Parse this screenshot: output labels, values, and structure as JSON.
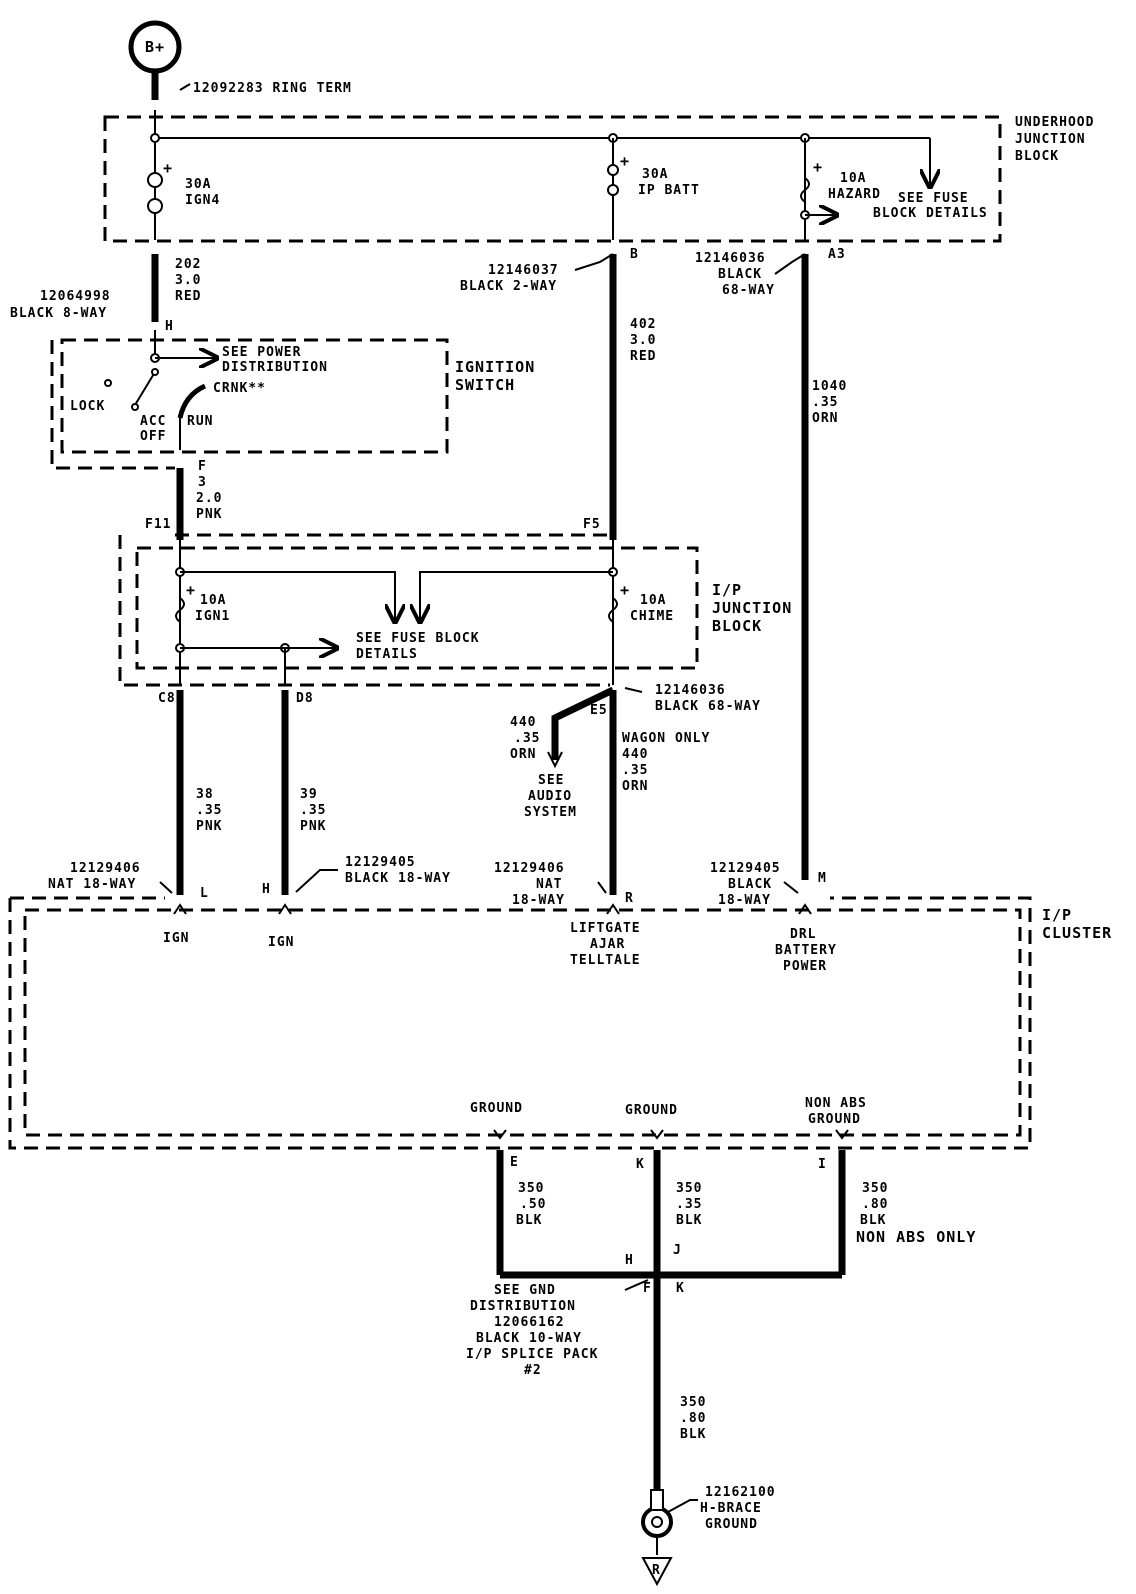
{
  "power": {
    "source_label": "B+",
    "ring_term": "12092283 RING TERM"
  },
  "underhood": {
    "title": [
      "UNDERHOOD",
      "JUNCTION",
      "BLOCK"
    ],
    "fuse_ign4": [
      "30A",
      "IGN4"
    ],
    "fuse_ipbatt": [
      "30A",
      "IP BATT"
    ],
    "fuse_hazard": [
      "10A",
      "HAZARD"
    ],
    "see_fuse": [
      "SEE FUSE",
      "BLOCK DETAILS"
    ],
    "pin_b": "B",
    "pin_a3": "A3"
  },
  "wires_upper": {
    "w202": [
      "202",
      "3.0",
      "RED"
    ],
    "conn_12064998": [
      "12064998",
      "BLACK 8-WAY"
    ],
    "pin_h": "H",
    "conn_12146037": [
      "12146037",
      "BLACK 2-WAY"
    ],
    "conn_12146036": [
      "12146036",
      "BLACK",
      "68-WAY"
    ],
    "w402": [
      "402",
      "3.0",
      "RED"
    ],
    "w1040": [
      "1040",
      ".35",
      "ORN"
    ]
  },
  "ignition": {
    "title": [
      "IGNITION",
      "SWITCH"
    ],
    "see_power": [
      "SEE POWER",
      "DISTRIBUTION"
    ],
    "crnk": "CRNK**",
    "lock": "LOCK",
    "acc": [
      "ACC",
      "OFF"
    ],
    "run": "RUN",
    "pin_f": "F",
    "w3": [
      "3",
      "2.0",
      "PNK"
    ]
  },
  "ip_junction": {
    "title": [
      "I/P",
      "JUNCTION",
      "BLOCK"
    ],
    "pin_f11": "F11",
    "pin_f5": "F5",
    "fuse_ign1": [
      "10A",
      "IGN1"
    ],
    "fuse_chime": [
      "10A",
      "CHIME"
    ],
    "see_fuse": [
      "SEE FUSE BLOCK",
      "DETAILS"
    ],
    "pin_c8": "C8",
    "pin_d8": "D8",
    "pin_e5": "E5",
    "conn_12146036": [
      "12146036",
      "BLACK 68-WAY"
    ]
  },
  "wires_mid": {
    "w440_audio": [
      "440",
      ".35",
      "ORN"
    ],
    "see_audio": [
      "SEE",
      "AUDIO",
      "SYSTEM"
    ],
    "w440_wagon": [
      "WAGON ONLY",
      "440",
      ".35",
      "ORN"
    ],
    "w38": [
      "38",
      ".35",
      "PNK"
    ],
    "w39": [
      "39",
      ".35",
      "PNK"
    ],
    "conn_nat_l": [
      "12129406",
      "NAT 18-WAY"
    ],
    "pin_l": "L",
    "pin_h": "H",
    "conn_black_h": [
      "12129405",
      "BLACK 18-WAY"
    ],
    "conn_nat_r": [
      "12129406",
      "NAT",
      "18-WAY"
    ],
    "pin_r": "R",
    "conn_black_m": [
      "12129405",
      "BLACK",
      "18-WAY"
    ],
    "pin_m": "M"
  },
  "cluster": {
    "title": [
      "I/P",
      "CLUSTER"
    ],
    "ign1": "IGN",
    "ign2": "IGN",
    "liftgate": [
      "LIFTGATE",
      "AJAR",
      "TELLTALE"
    ],
    "drl": [
      "DRL",
      "BATTERY",
      "POWER"
    ],
    "ground1": "GROUND",
    "ground2": "GROUND",
    "nonabs": [
      "NON ABS",
      "GROUND"
    ]
  },
  "ground_section": {
    "pin_e": "E",
    "pin_k": "K",
    "pin_i": "I",
    "w350_50": [
      "350",
      ".50",
      "BLK"
    ],
    "w350_35": [
      "350",
      ".35",
      "BLK"
    ],
    "w350_80_r": [
      "350",
      ".80",
      "BLK"
    ],
    "non_abs_only": "NON ABS ONLY",
    "pin_h": "H",
    "pin_j": "J",
    "pin_f": "F",
    "pin_k2": "K",
    "see_gnd": [
      "SEE GND",
      "DISTRIBUTION",
      "12066162",
      "BLACK 10-WAY",
      "I/P SPLICE PACK",
      "#2"
    ],
    "w350_80": [
      "350",
      ".80",
      "BLK"
    ],
    "ground_conn": [
      "12162100",
      "H-BRACE",
      "GROUND"
    ],
    "ground_symbol": "R"
  }
}
